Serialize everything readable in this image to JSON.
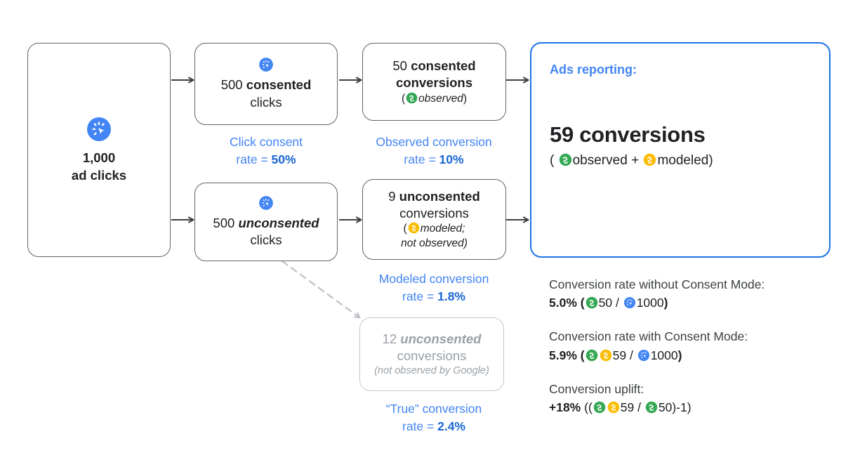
{
  "diagram": {
    "title": "Consent Mode conversion modeling flow",
    "colors": {
      "blue": "#4285f4",
      "blue_border": "#1a73e8",
      "green": "#34a853",
      "yellow": "#fbbc04",
      "gray": "#9aa0a6",
      "box_border": "#5f6368"
    }
  },
  "source_box": {
    "icon": "ad-click-icon",
    "value": "1,000",
    "label": "ad clicks"
  },
  "clicks": {
    "consented": {
      "icon": "ad-click-icon",
      "count": "500",
      "emphasis": "consented",
      "label": "clicks",
      "rate_label": "Click consent",
      "rate_prefix": "rate = ",
      "rate_value": "50%"
    },
    "unconsented": {
      "icon": "ad-click-icon",
      "count": "500",
      "emphasis": "unconsented",
      "label": "clicks"
    }
  },
  "conversions": {
    "consented": {
      "count": "50",
      "emphasis": "consented",
      "label": "conversions",
      "note_open": "(",
      "note_icon": "conversion-observed-icon",
      "note_text": "observed",
      "note_close": ")",
      "rate_label": "Observed conversion",
      "rate_prefix": "rate = ",
      "rate_value": "10%"
    },
    "unconsented": {
      "count": "9",
      "emphasis": "unconsented",
      "label": "conversions",
      "note_open": "(",
      "note_icon": "conversion-modeled-icon",
      "note_text_1": "modeled;",
      "note_text_2": "not observed)",
      "rate_label": "Modeled conversion",
      "rate_prefix": "rate = ",
      "rate_value": "1.8%"
    },
    "unobserved": {
      "count": "12",
      "emphasis": "unconsented",
      "label": "conversions",
      "note": "(not observed by Google)",
      "rate_label": "“True” conversion",
      "rate_prefix": "rate = ",
      "rate_value": "2.4%"
    }
  },
  "reporting": {
    "title": "Ads reporting:",
    "headline": "59 conversions",
    "sub_open": "(",
    "sub_observed_icon": "conversion-observed-icon",
    "sub_observed": "observed",
    "sub_plus": "+",
    "sub_modeled_icon": "conversion-modeled-icon",
    "sub_modeled": "modeled",
    "sub_close": ")"
  },
  "stats": [
    {
      "label": "Conversion rate without Consent Mode:",
      "value": "5.0%",
      "formula_open": "(",
      "formula_parts": [
        {
          "icon": "conversion-observed-icon",
          "text": "50"
        },
        {
          "icon": "",
          "text": "/"
        },
        {
          "icon": "ad-click-icon",
          "text": "1000"
        }
      ],
      "formula_close": ")"
    },
    {
      "label": "Conversion rate with Consent Mode:",
      "value": "5.9%",
      "formula_open": "(",
      "formula_parts": [
        {
          "icon": "conversion-observed-icon",
          "text": ""
        },
        {
          "icon": "conversion-modeled-icon",
          "text": "59"
        },
        {
          "icon": "",
          "text": "/"
        },
        {
          "icon": "ad-click-icon",
          "text": "1000"
        }
      ],
      "formula_close": ")"
    },
    {
      "label": "Conversion uplift:",
      "value": "+18%",
      "formula_open": "((",
      "formula_parts": [
        {
          "icon": "conversion-observed-icon",
          "text": ""
        },
        {
          "icon": "conversion-modeled-icon",
          "text": "59"
        },
        {
          "icon": "",
          "text": "/"
        },
        {
          "icon": "conversion-observed-icon",
          "text": "50"
        }
      ],
      "formula_close": ")-1)"
    }
  ]
}
